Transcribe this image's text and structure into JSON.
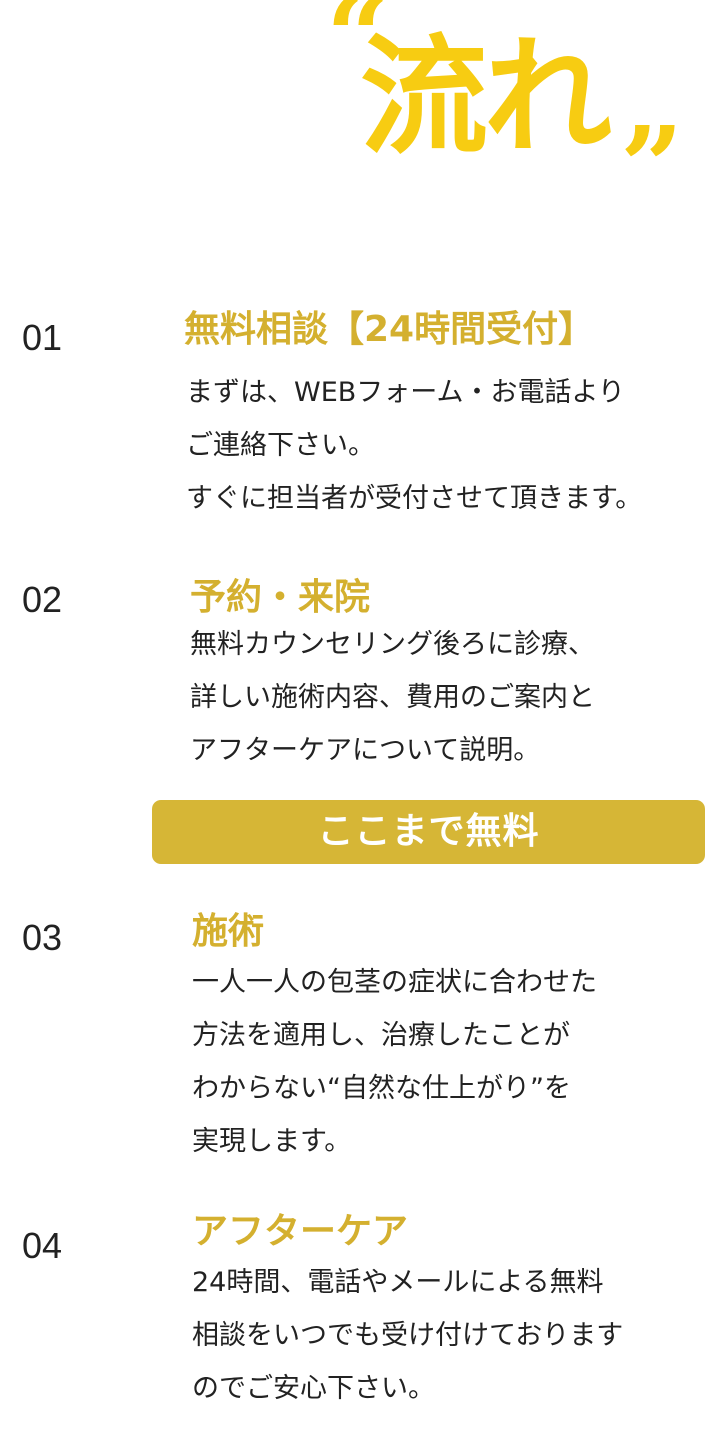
{
  "hero": {
    "open_quote": "“",
    "title": "流れ",
    "close_quote": "”"
  },
  "colors": {
    "hero_yellow": "#f7cc12",
    "title_gold": "#d4b02f",
    "banner_gold": "#d6b636",
    "text": "#222222"
  },
  "steps": [
    {
      "number": "01",
      "title": "無料相談【24時間受付】",
      "lines": [
        "まずは、WEBフォーム・お電話より",
        "ご連絡下さい。",
        "すぐに担当者が受付させて頂きます。"
      ]
    },
    {
      "number": "02",
      "title": "予約・来院",
      "lines": [
        "無料カウンセリング後ろに診療、",
        "詳しい施術内容、費用のご案内と",
        "アフターケアについて説明。"
      ]
    },
    {
      "number": "03",
      "title": "施術",
      "lines": [
        "一人一人の包茎の症状に合わせた",
        "方法を適用し、治療したことが",
        "わからない“自然な仕上がり”を",
        "実現します。"
      ]
    },
    {
      "number": "04",
      "title": "アフターケア",
      "lines": [
        "24時間、電話やメールによる無料",
        "相談をいつでも受け付けております",
        "のでご安心下さい。"
      ]
    }
  ],
  "free_banner": {
    "label": "ここまで無料"
  }
}
